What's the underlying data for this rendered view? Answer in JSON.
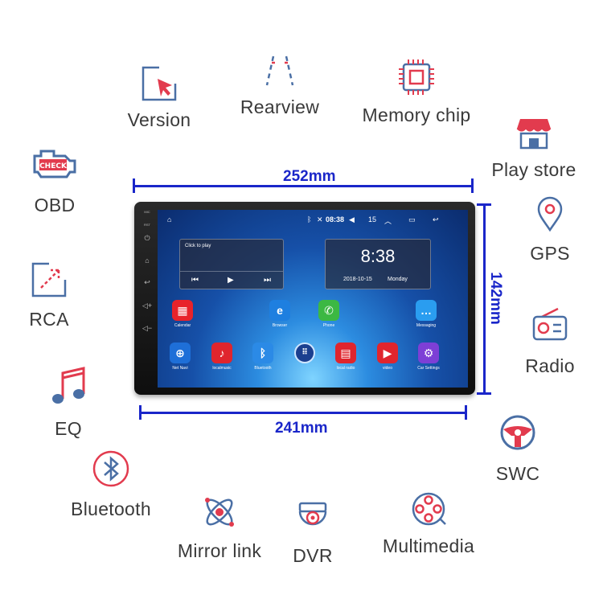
{
  "features": {
    "version": "Version",
    "rearview": "Rearview",
    "memory_chip": "Memory chip",
    "play_store": "Play store",
    "obd": "OBD",
    "gps": "GPS",
    "rca": "RCA",
    "radio": "Radio",
    "eq": "EQ",
    "swc": "SWC",
    "bluetooth": "Bluetooth",
    "mirror_link": "Mirror link",
    "dvr": "DVR",
    "multimedia": "Multimedia"
  },
  "obd_icon_text": "CHECK",
  "dimensions": {
    "top_width": "252mm",
    "height": "142mm",
    "bottom_width": "241mm"
  },
  "device": {
    "side_labels": [
      "MIC",
      "RST"
    ],
    "status": {
      "time": "08:38",
      "volume": "15"
    },
    "media_widget": {
      "title": "Click to play"
    },
    "clock_widget": {
      "time": "8:38",
      "date": "2018-10-15",
      "day": "Monday"
    },
    "apps_row1": [
      {
        "name": "Calendar",
        "color": "#e8232b"
      },
      {
        "name": "Browser",
        "color": "#1e7fe0"
      },
      {
        "name": "Phone",
        "color": "#3cb843"
      },
      {
        "name": "Messaging",
        "color": "#2a9df0"
      }
    ],
    "apps_row2": [
      {
        "name": "Net Navi",
        "color": "#1e6fd8"
      },
      {
        "name": "localmusic",
        "color": "#e0252d"
      },
      {
        "name": "Bluetooth",
        "color": "#2b8ae6"
      },
      {
        "name": "local radio",
        "color": "#e0252d"
      },
      {
        "name": "video",
        "color": "#e0252d"
      },
      {
        "name": "Car Settings",
        "color": "#7d3fd6"
      }
    ]
  },
  "colors": {
    "accent": "#1a26c9",
    "icon_red": "#e23b4e",
    "icon_blue": "#4a6fa5"
  }
}
